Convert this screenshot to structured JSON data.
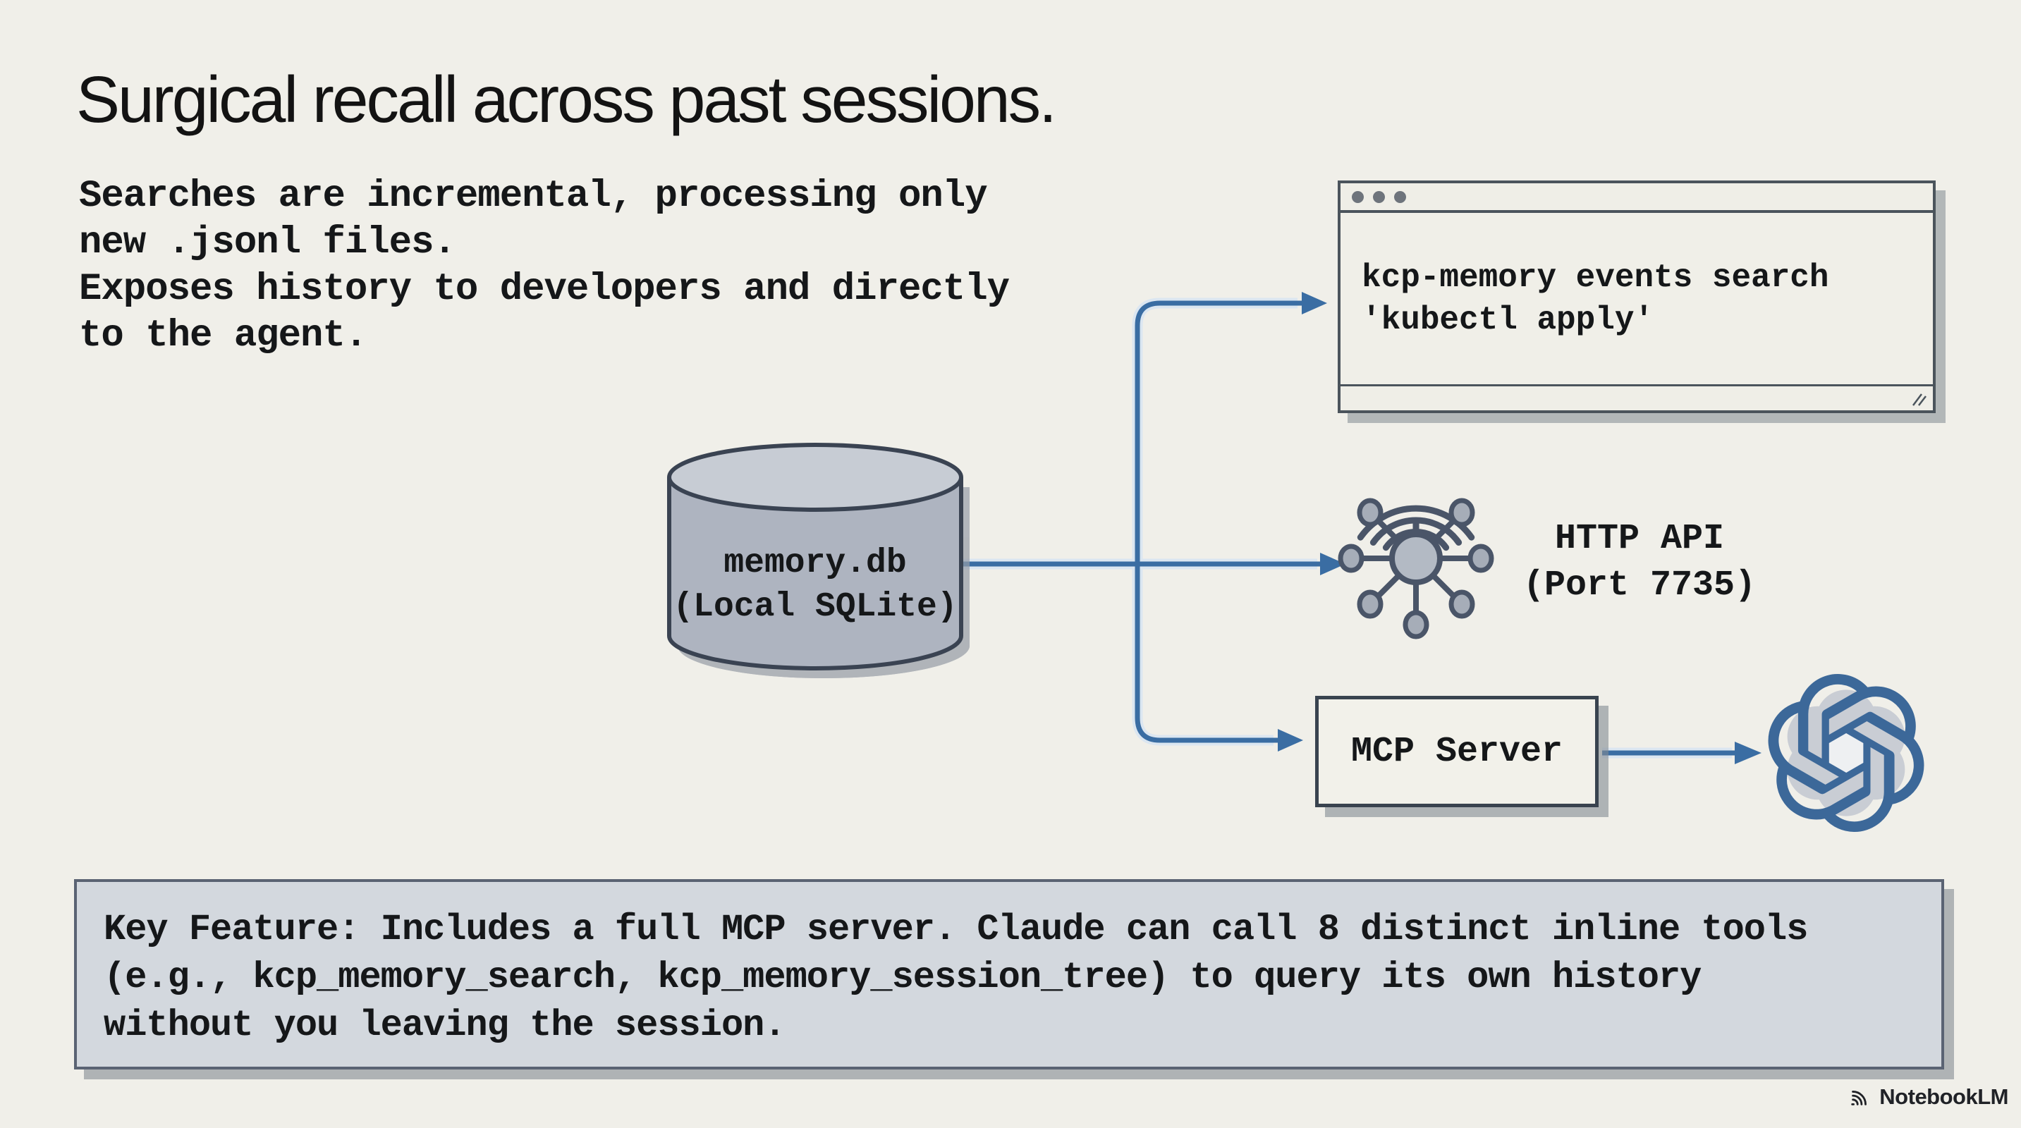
{
  "slide": {
    "title": "Surgical recall across past sessions.",
    "intro": "Searches are incremental, processing only\nnew .jsonl files.\nExposes history to developers and directly\nto the agent.",
    "database": {
      "label": "memory.db\n(Local SQLite)"
    },
    "terminal": {
      "command": "kcp-memory events search\n'kubectl apply'"
    },
    "http_api": {
      "label": "HTTP API\n(Port 7735)"
    },
    "mcp": {
      "label": "MCP Server"
    },
    "key_feature": "Key Feature: Includes a full MCP server. Claude can call 8 distinct inline tools\n(e.g., kcp_memory_search, kcp_memory_session_tree) to query its own history\nwithout you leaving the session.",
    "branding": {
      "label": "NotebookLM"
    },
    "icons": {
      "terminal_dots": "window-traffic-dots-icon",
      "terminal_resize": "resize-handle-icon",
      "database": "database-cylinder-icon",
      "http_api": "network-hub-wifi-icon",
      "assistant_logo": "ai-knot-logo",
      "branding": "notebooklm-wave-icon"
    },
    "colors": {
      "background": "#f0efe9",
      "arrow_blue": "#3a6da3",
      "arrow_halo": "#dbe6f1",
      "outline_slate": "#3a4352",
      "cylinder_fill": "#aeb4c0",
      "cylinder_top": "#c7ccd4",
      "panel_fill": "#d3d8de",
      "window_fill": "#f0efe8",
      "logo_blue": "#3c6899",
      "text": "#151719"
    }
  }
}
